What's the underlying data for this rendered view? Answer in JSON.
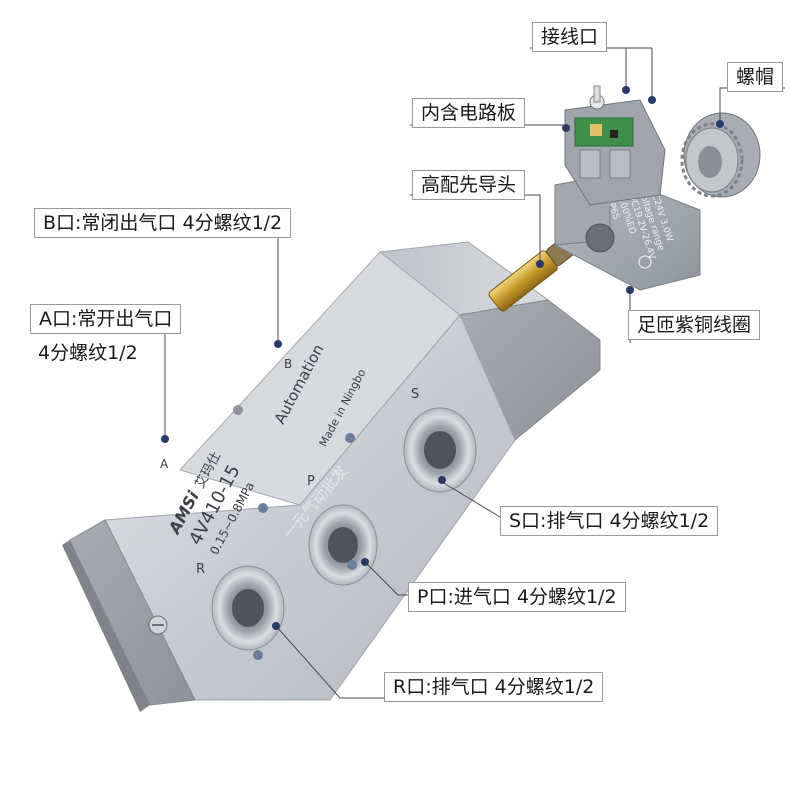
{
  "callouts": {
    "wire_port": "接线口",
    "nut_cap": "螺帽",
    "circuit_board": "内含电路板",
    "pilot_head": "高配先导头",
    "port_b_line1": "B口:常闭出气口 4分螺纹1/2",
    "port_a_line1": "A口:常开出气口",
    "port_a_line2": "4分螺纹1/2",
    "copper_coil": "足匝紫铜线圈",
    "port_s": "S口:排气口 4分螺纹1/2",
    "port_p": "P口:进气口 4分螺纹1/2",
    "port_r": "R口:排气口 4分螺纹1/2"
  },
  "valve_markings": {
    "brand": "AMSi",
    "brand_cn": "艾玛仕",
    "model": "4V410-15",
    "pressure": "0.15~0.8MPa",
    "automation": "Automation",
    "origin": "Made in Ningbo",
    "port_a": "A",
    "port_b": "B",
    "port_p": "P",
    "port_r": "R",
    "port_s": "S",
    "watermark": "一元气动批发"
  },
  "coil_markings": {
    "line1": "DC24V 3.0W",
    "line2": "Voltage range",
    "line3": "DC19.2V-26.4V",
    "line4": "100%ED",
    "line5": "IP65"
  },
  "colors": {
    "aluminum": "#c9ccd1",
    "coil_gray": "#9aa0a6",
    "brass": "#c9a13b",
    "dot": "#2a3a66"
  }
}
